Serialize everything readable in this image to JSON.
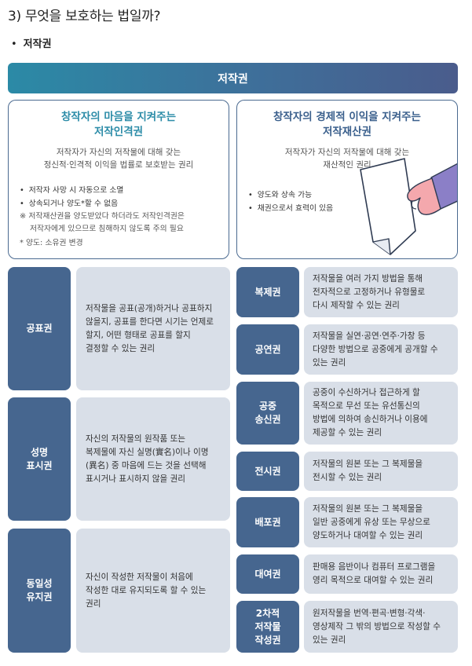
{
  "heading": "3) 무엇을 보호하는 법일까?",
  "section": {
    "bullet": "•",
    "title": "저작권"
  },
  "banner": "저작권",
  "moral": {
    "title_lines": [
      "창작자의 마음을 지켜주는",
      "저작인격권"
    ],
    "desc_lines": [
      "저작자가 자신의 저작물에 대해 갖는",
      "정신적·인격적 이익을 법률로 보호받는 권리"
    ],
    "bullets": [
      "저작자 사망 시 자동으로 소멸",
      "상속되거나 양도*할 수 없음"
    ],
    "note_lines": [
      "※ 저작재산권을 양도받았다 하더라도 저작인격권은",
      "저작자에게 있으므로 침해하지 않도록 주의 필요"
    ],
    "foot": "* 양도: 소유권 변경"
  },
  "economic": {
    "title_lines": [
      "창작자의 경제적 이익을 지켜주는",
      "저작재산권"
    ],
    "desc_lines": [
      "저작자가 자신의 저작물에 대해 갖는",
      "재산적인 권리"
    ],
    "bullets": [
      "양도와 상속 가능",
      "채권으로서 효력이 있음"
    ]
  },
  "moral_rights": [
    {
      "label_lines": [
        "공표권"
      ],
      "desc_lines": [
        "저작물을 공표(공개)하거나 공표하지",
        "않을지, 공표를 한다면 시기는 언제로",
        "할지, 어떤 형태로 공표를 할지",
        "결정할 수 있는 권리"
      ]
    },
    {
      "label_lines": [
        "성명",
        "표시권"
      ],
      "desc_lines": [
        "자신의 저작물의 원작품 또는",
        "복제물에 자신 실명(實名)이나 이명",
        "(異名) 중 마음에 드는 것을 선택해",
        "표시거나 표시하지 않을 권리"
      ]
    },
    {
      "label_lines": [
        "동일성",
        "유지권"
      ],
      "desc_lines": [
        "자신이 작성한 저작물이 처음에",
        "작성한 대로 유지되도록 할 수 있는",
        "권리"
      ]
    }
  ],
  "economic_rights": [
    {
      "label_lines": [
        "복제권"
      ],
      "desc_lines": [
        "저작물을 여러 가지 방법을 통해",
        "전자적으로 고정하거나 유형물로",
        "다시 제작할 수 있는 권리"
      ]
    },
    {
      "label_lines": [
        "공연권"
      ],
      "desc_lines": [
        "저작물을 실연·공연·연주·가창 등",
        "다양한 방법으로 공중에게 공개할 수",
        "있는 권리"
      ]
    },
    {
      "label_lines": [
        "공중",
        "송신권"
      ],
      "desc_lines": [
        "공중이 수신하거나 접근하게 할",
        "목적으로 무선 또는 유선통신의",
        "방법에 의하여 송신하거나 이용에",
        "제공할 수 있는 권리"
      ]
    },
    {
      "label_lines": [
        "전시권"
      ],
      "desc_lines": [
        "저작물의 원본 또는 그 복제물을",
        "전시할 수 있는 권리"
      ]
    },
    {
      "label_lines": [
        "배포권"
      ],
      "desc_lines": [
        "저작물의 원본 또는 그 복제물을",
        "일반 공중에게 유상 또는 무상으로",
        "양도하거나 대여할 수 있는 권리"
      ]
    },
    {
      "label_lines": [
        "대여권"
      ],
      "desc_lines": [
        "판매용 음반이나 컴퓨터 프로그램을",
        "영리 목적으로 대여할 수 있는 권리"
      ]
    },
    {
      "label_lines": [
        "2차적",
        "저작물",
        "작성권"
      ],
      "desc_lines": [
        "원저작물을 번역·편곡·변형·각색·",
        "영상제작 그 밖의 방법으로 작성할 수",
        "있는 권리"
      ]
    }
  ],
  "colors": {
    "banner_start": "#2b8aa6",
    "banner_end": "#4a5c8c",
    "label_bg": "#46668f",
    "desc_bg": "#d9dfe8",
    "moral_title": "#2c8ca8",
    "economic_title": "#3a5f8c"
  },
  "icons": {
    "illustration": "hand-holding-paper-icon"
  }
}
